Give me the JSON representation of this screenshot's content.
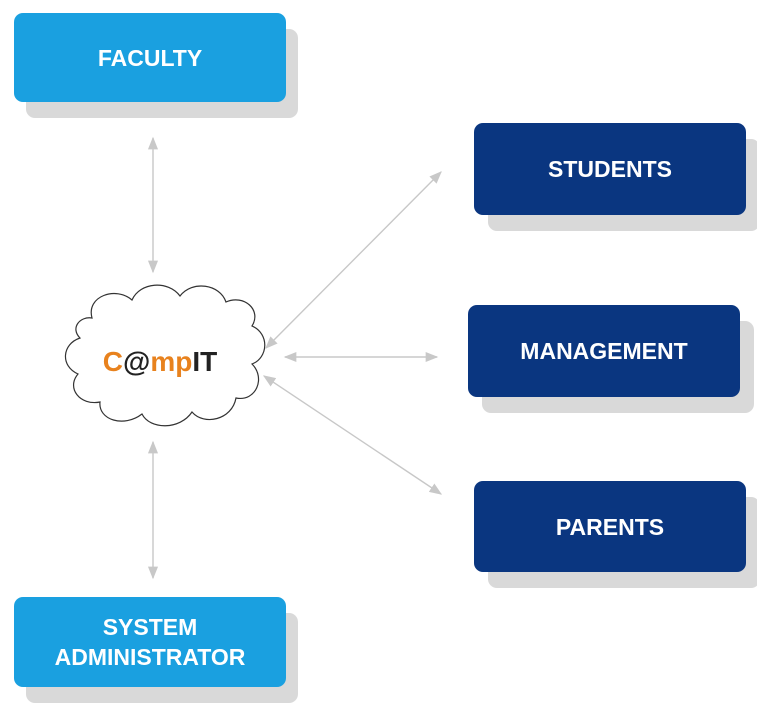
{
  "colors": {
    "light_box": "#1aa0e0",
    "dark_box": "#0a3680",
    "shadow": "#d9d9d9",
    "arrow": "#c8c8c8",
    "logo_orange": "#e8821e",
    "logo_black": "#222222"
  },
  "center": {
    "logo_parts": [
      "C",
      "@",
      "mp",
      "IT"
    ]
  },
  "nodes": {
    "faculty": "FACULTY",
    "students": "STUDENTS",
    "management": "MANAGEMENT",
    "parents": "PARENTS",
    "system_admin_line1": "SYSTEM",
    "system_admin_line2": "ADMINISTRATOR"
  }
}
